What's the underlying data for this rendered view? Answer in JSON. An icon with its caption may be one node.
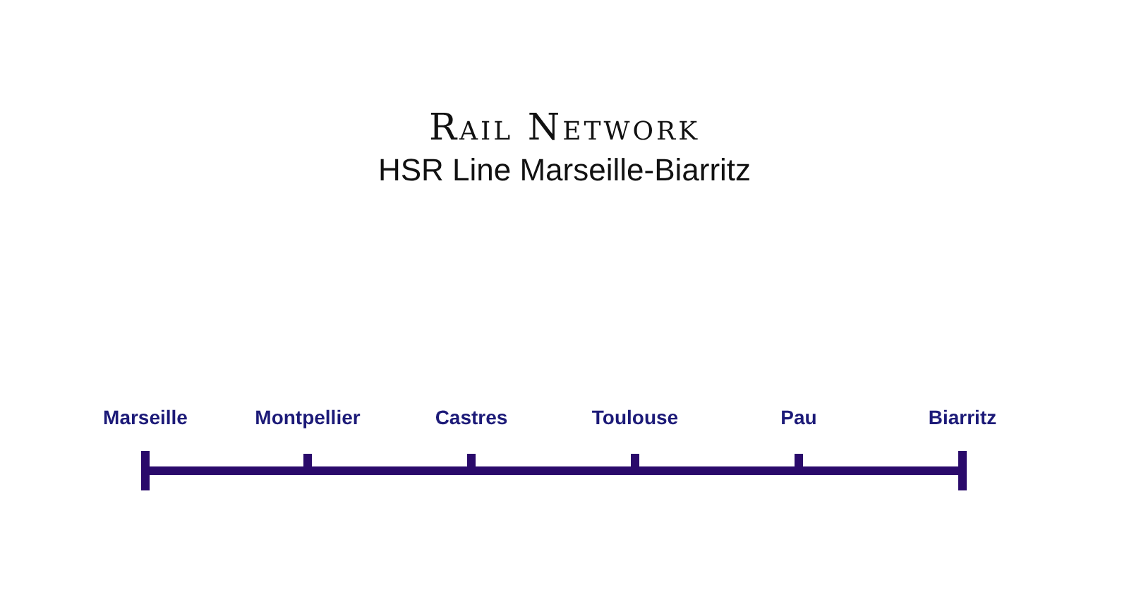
{
  "diagram": {
    "title": "Rail Network",
    "nodes": [
      {
        "text": [
          "Marseille"
        ]
      },
      {
        "text": [
          "Montpellier"
        ]
      },
      {
        "text": [
          "Castres"
        ]
      },
      {
        "text": [
          "Toulouse"
        ]
      },
      {
        "text": [
          "Pau"
        ]
      },
      {
        "text": [
          "Biarritz"
        ]
      }
    ],
    "edges": [
      {
        "from": 0,
        "to": 1,
        "arrow": "none"
      },
      {
        "from": 1,
        "to": 2,
        "arrow": "none"
      },
      {
        "from": 2,
        "to": 3,
        "arrow": "none"
      },
      {
        "from": 3,
        "to": 4,
        "arrow": "none"
      },
      {
        "from": 4,
        "to": 5,
        "arrow": "none"
      }
    ],
    "labels": [
      "HSR Line Marseille-Biarritz"
    ]
  }
}
